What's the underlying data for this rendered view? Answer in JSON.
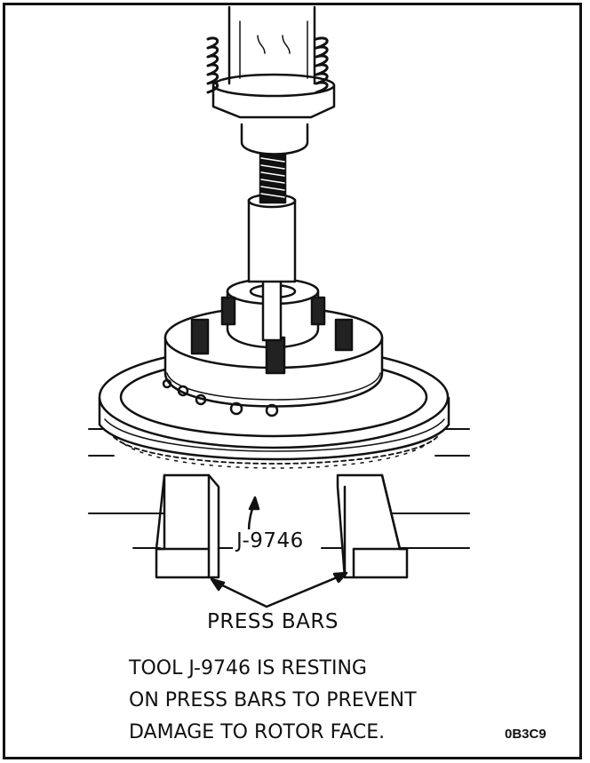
{
  "callouts": {
    "tool": "J-9746",
    "press_bars": "PRESS BARS"
  },
  "caption": {
    "line1": "TOOL J-9746 IS RESTING",
    "line2": "ON PRESS BARS TO PREVENT",
    "line3": "DAMAGE TO ROTOR FACE."
  },
  "figure_code": "0B3C9",
  "colors": {
    "ink": "#111111",
    "paper": "#ffffff"
  }
}
